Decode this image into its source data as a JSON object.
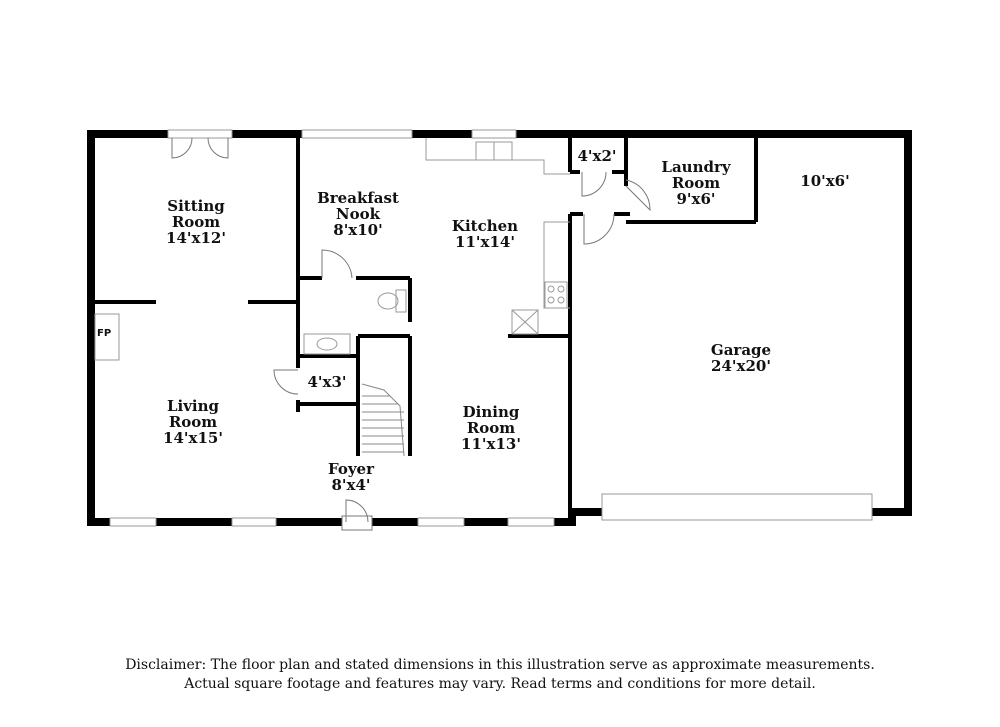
{
  "rooms": {
    "sitting_room": {
      "name_line1": "Sitting",
      "name_line2": "Room",
      "dim": "14'x12'"
    },
    "breakfast_nook": {
      "name_line1": "Breakfast",
      "name_line2": "Nook",
      "dim": "8'x10'"
    },
    "kitchen": {
      "name": "Kitchen",
      "dim": "11'x14'"
    },
    "closet_4x2": {
      "dim": "4'x2'"
    },
    "laundry_room": {
      "name_line1": "Laundry",
      "name_line2": "Room",
      "dim": "9'x6'"
    },
    "storage_10x6": {
      "dim": "10'x6'"
    },
    "garage": {
      "name": "Garage",
      "dim": "24'x20'"
    },
    "closet_4x3": {
      "dim": "4'x3'"
    },
    "living_room": {
      "name_line1": "Living",
      "name_line2": "Room",
      "dim": "14'x15'"
    },
    "dining_room": {
      "name_line1": "Dining",
      "name_line2": "Room",
      "dim": "11'x13'"
    },
    "foyer": {
      "name": "Foyer",
      "dim": "8'x4'"
    }
  },
  "fireplace": {
    "label": "FP"
  },
  "disclaimer": {
    "line1": "Disclaimer: The floor plan and stated dimensions in this illustration serve as approximate measurements.",
    "line2": "Actual square footage and features may vary. Read terms and conditions for more detail."
  },
  "colors": {
    "wall": "#000000",
    "fixture": "#999999",
    "background": "#ffffff"
  }
}
